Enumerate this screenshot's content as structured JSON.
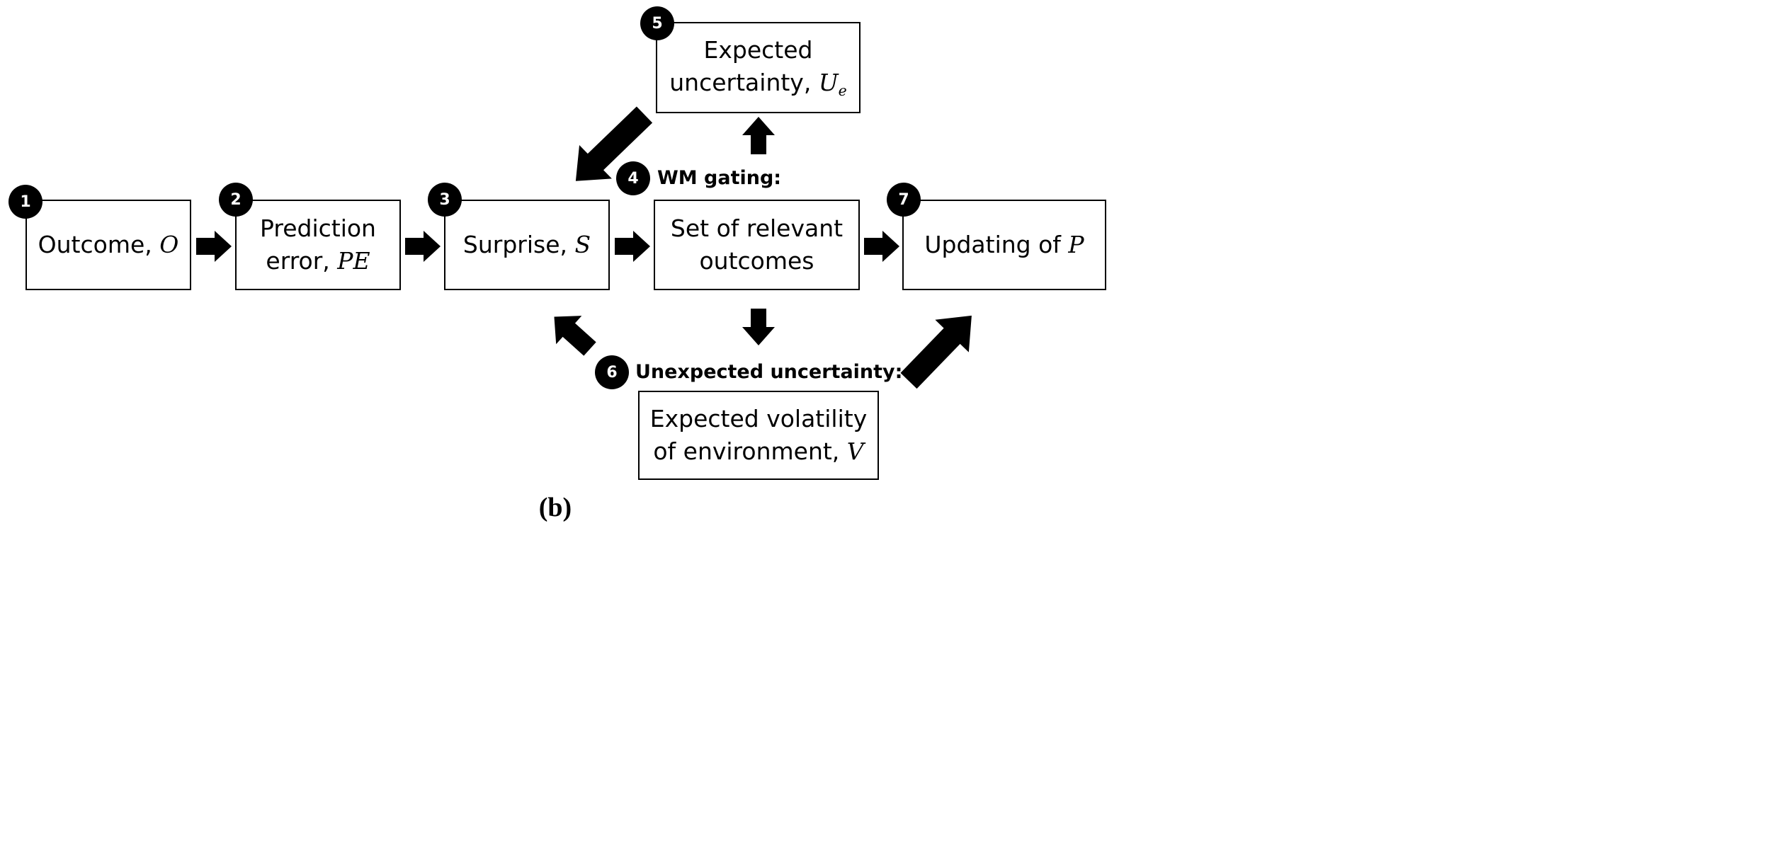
{
  "nodes": {
    "n1": {
      "number": "1",
      "text": "Outcome, ",
      "var": "O"
    },
    "n2": {
      "number": "2",
      "line1": "Prediction",
      "line2": "error, ",
      "var": "PE"
    },
    "n3": {
      "number": "3",
      "text": "Surprise, ",
      "var": "S"
    },
    "n4": {
      "number": "4",
      "label": "WM gating:",
      "line1": "Set of relevant",
      "line2": "outcomes"
    },
    "n5": {
      "number": "5",
      "line1": "Expected",
      "line2": "uncertainty, ",
      "var": "U",
      "sub": "e"
    },
    "n6": {
      "number": "6",
      "label": "Unexpected uncertainty:",
      "line1": "Expected volatility",
      "line2": "of environment, ",
      "var": "V"
    },
    "n7": {
      "number": "7",
      "text": "Updating of ",
      "var": "P"
    }
  },
  "caption": "(b)",
  "arrow_color": "#000000"
}
